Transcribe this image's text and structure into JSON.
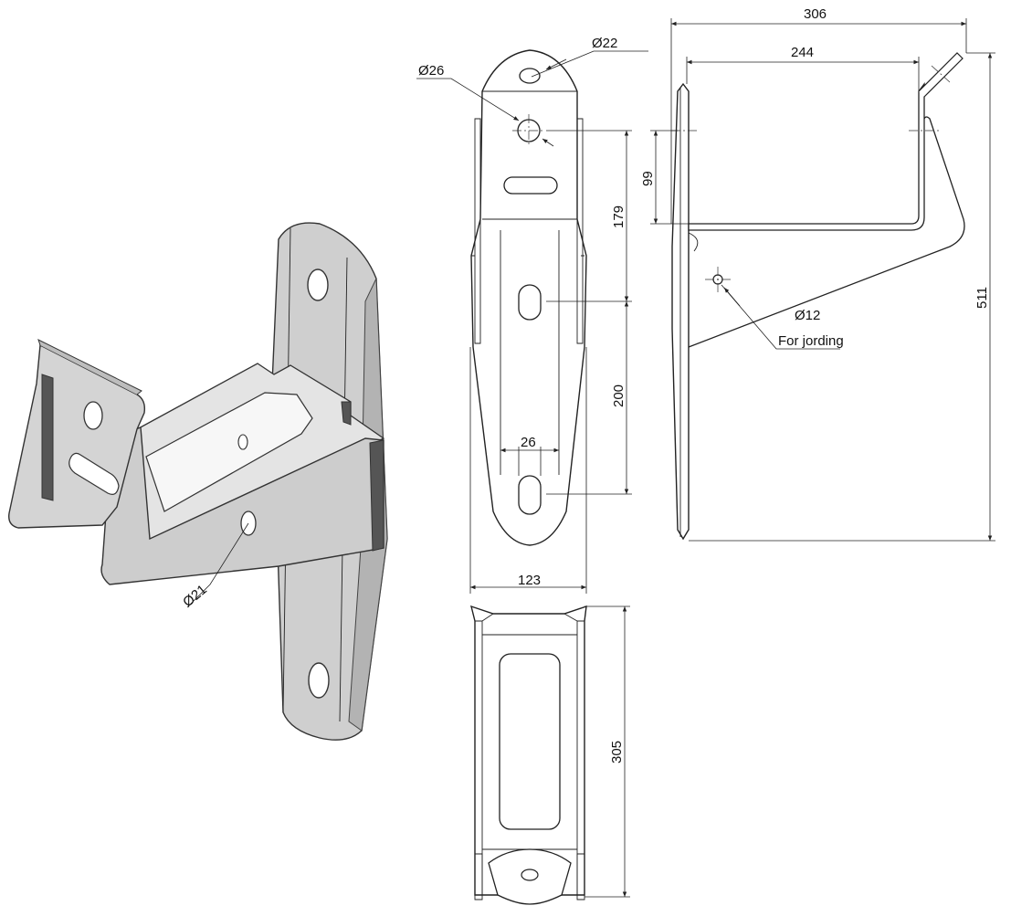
{
  "drawing": {
    "dimensions": {
      "hole_d26": "Ø26",
      "hole_d22": "Ø22",
      "hole_d21": "Ø21",
      "hole_d12": "Ø12",
      "width_123": "123",
      "spacing_179": "179",
      "spacing_200": "200",
      "slot_26": "26",
      "length_305": "305",
      "depth_306": "306",
      "depth_244": "244",
      "height_99": "99",
      "height_511": "511"
    },
    "notes": {
      "grounding": "For jording"
    },
    "colors": {
      "line": "#222222",
      "metal_light": "#d9d9d9",
      "metal_mid": "#c8c8c8",
      "metal_dark": "#a9a9a9",
      "metal_shadow": "#555555"
    }
  }
}
